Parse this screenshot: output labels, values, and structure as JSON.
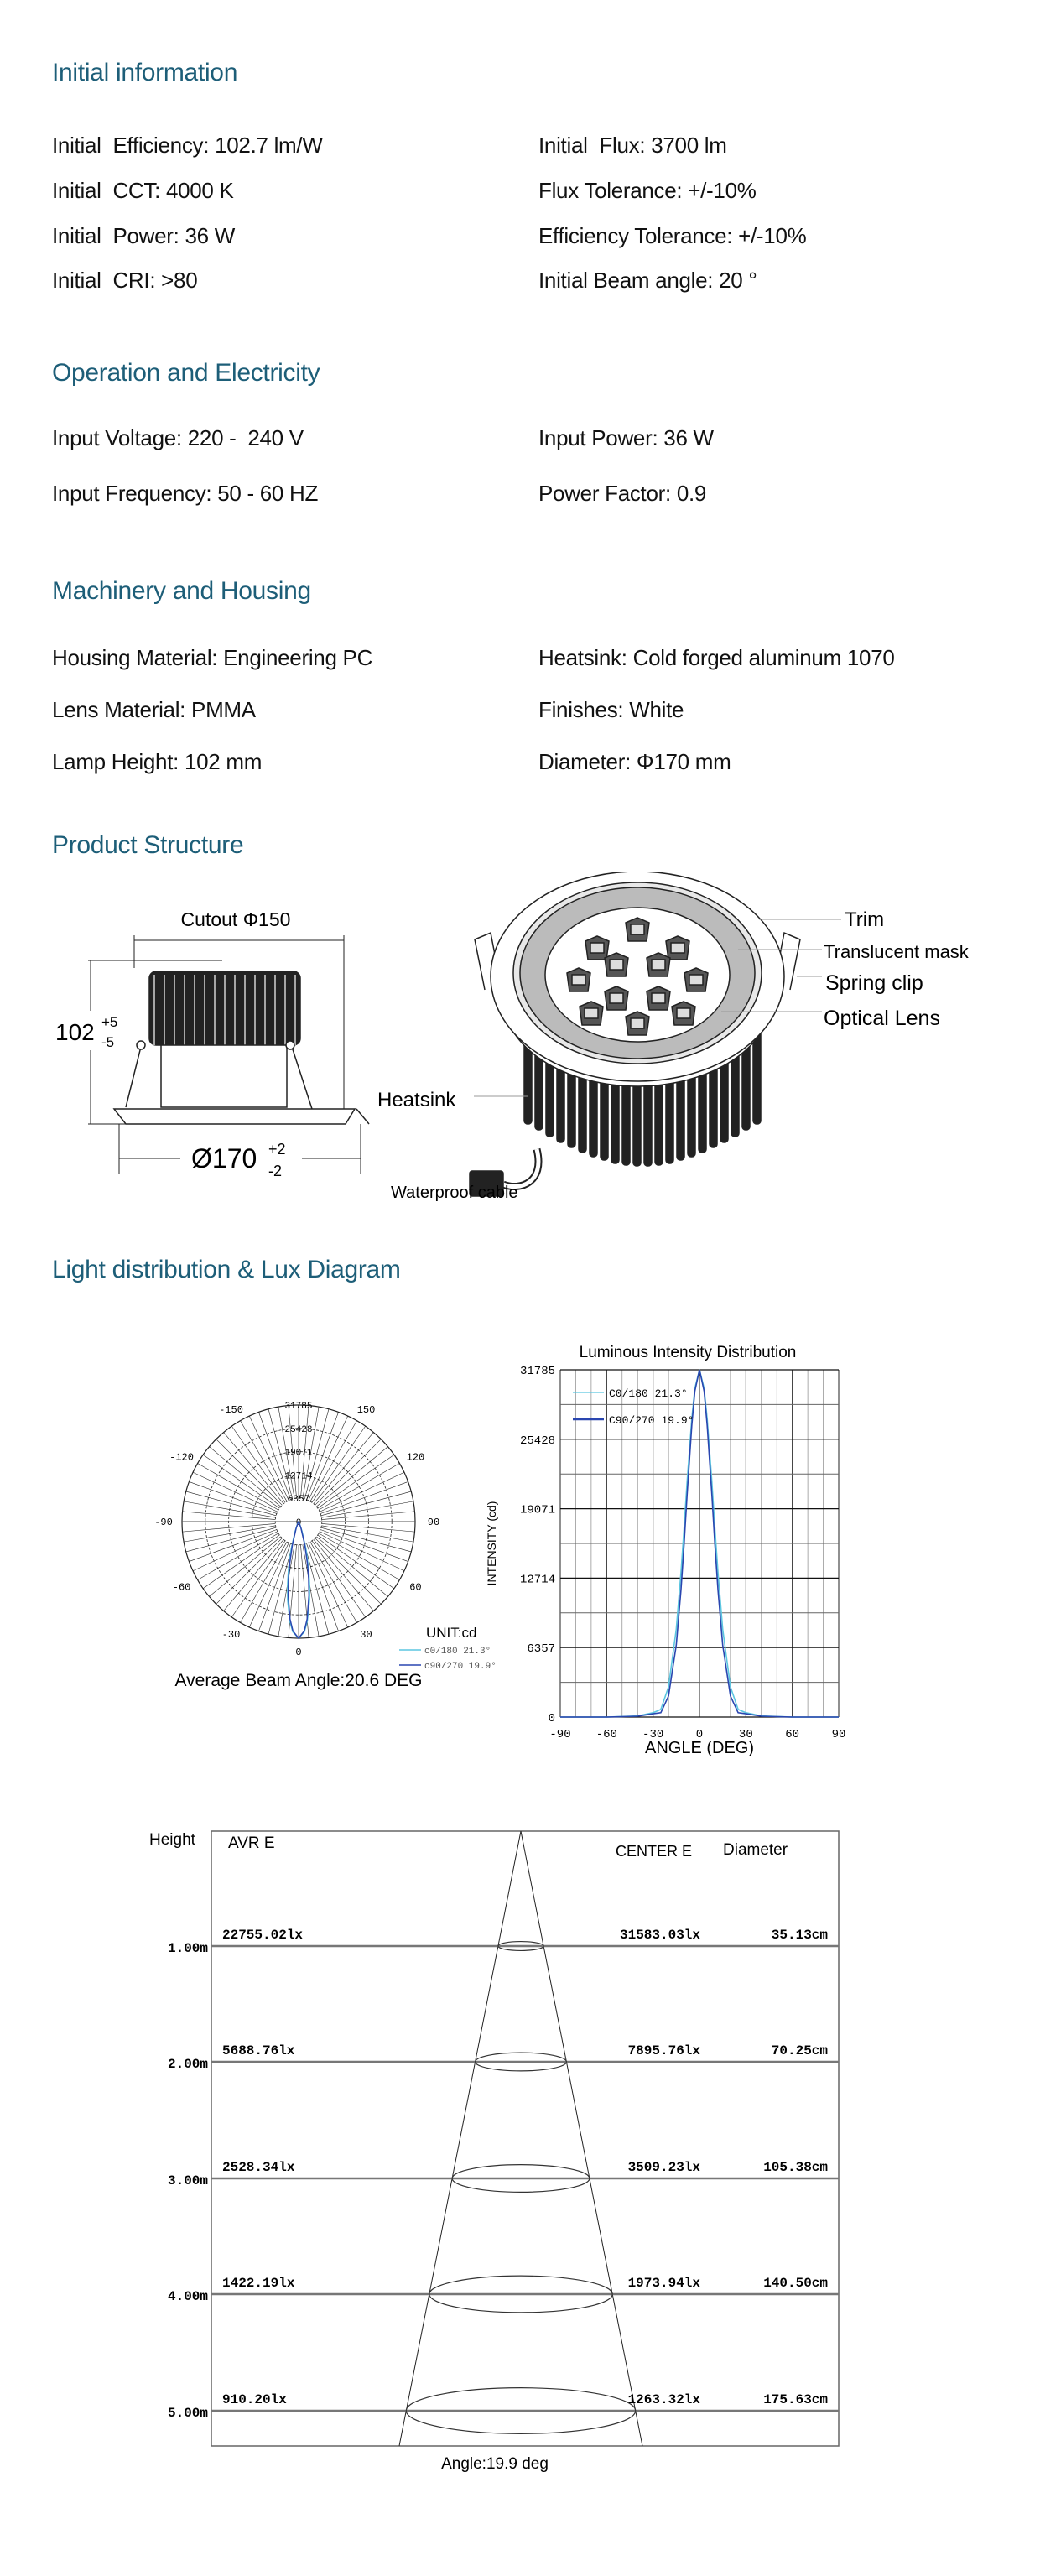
{
  "sections": {
    "initial": {
      "title": "Initial information",
      "left": [
        "Initial  Efficiency: 102.7 lm/W",
        "Initial  CCT: 4000 K",
        "Initial  Power: 36 W",
        "Initial  CRI: >80"
      ],
      "right": [
        "Initial  Flux: 3700 lm",
        "Flux Tolerance: +/-10%",
        "Efficiency Tolerance: +/-10%",
        "Initial Beam angle: 20 °"
      ]
    },
    "operation": {
      "title": "Operation and Electricity",
      "left": [
        "Input Voltage: 220 -  240 V",
        "Input Frequency: 50 - 60 HZ"
      ],
      "right": [
        "Input Power: 36 W",
        "Power Factor: 0.9"
      ]
    },
    "machinery": {
      "title": "Machinery and Housing",
      "left": [
        "Housing Material: Engineering PC",
        "Lens Material: PMMA",
        "Lamp Height: 102 mm"
      ],
      "right": [
        "Heatsink: Cold forged aluminum 1070",
        "Finishes: White",
        "Diameter: Φ170 mm"
      ]
    },
    "structure": {
      "title": "Product Structure",
      "cutout": "Cutout Φ150",
      "height_main": "102",
      "height_tol_plus": "+5",
      "height_tol_minus": "-5",
      "diameter_main": "Ø170",
      "diameter_tol_plus": "+2",
      "diameter_tol_minus": "-2",
      "labels": {
        "trim": "Trim",
        "mask": "Translucent mask",
        "clip": "Spring clip",
        "lens": "Optical Lens",
        "heatsink": "Heatsink",
        "cable": "Waterproof cable"
      }
    },
    "light": {
      "title": "Light distribution & Lux Diagram"
    }
  },
  "colors": {
    "heading": "#1d5e78",
    "c0": "#5cc6e0",
    "c90": "#2a46b0"
  },
  "chart_data": [
    {
      "type": "polar",
      "title": "",
      "caption": "Average Beam Angle:20.6 DEG",
      "unit": "UNIT:cd",
      "ring_labels": [
        "6357",
        "12714",
        "19071",
        "25428",
        "31785"
      ],
      "center_label": "0",
      "angle_labels": [
        {
          "angle": 0,
          "label": "0"
        },
        {
          "angle": 30,
          "label": "30"
        },
        {
          "angle": -30,
          "label": "-30"
        },
        {
          "angle": 60,
          "label": "60"
        },
        {
          "angle": -60,
          "label": "-60"
        },
        {
          "angle": 90,
          "label": "90"
        },
        {
          "angle": -90,
          "label": "-90"
        },
        {
          "angle": 120,
          "label": "120"
        },
        {
          "angle": -120,
          "label": "-120"
        },
        {
          "angle": 150,
          "label": "150"
        },
        {
          "angle": -150,
          "label": "-150"
        }
      ],
      "rmax": 31785,
      "legend": [
        "c0/180 21.3°",
        "c90/270 19.9°"
      ]
    },
    {
      "type": "line",
      "title": "Luminous Intensity Distribution",
      "xlabel": "ANGLE (DEG)",
      "ylabel": "INTENSITY (cd)",
      "xlim": [
        -90,
        90
      ],
      "ylim": [
        0,
        31785
      ],
      "xticks": [
        "-90",
        "-60",
        "-30",
        "0",
        "30",
        "60",
        "90"
      ],
      "yticks": [
        "0",
        "6357",
        "12714",
        "19071",
        "25428",
        "31785"
      ],
      "grid": true,
      "legend_position": "top-left",
      "x": [
        -90,
        -60,
        -40,
        -30,
        -25,
        -20,
        -15,
        -12,
        -10,
        -8,
        -5,
        -3,
        0,
        3,
        5,
        8,
        10,
        12,
        15,
        20,
        25,
        30,
        40,
        60,
        90
      ],
      "series": [
        {
          "name": "C0/180 21.3°",
          "values": [
            0,
            0,
            100,
            400,
            700,
            2770,
            8040,
            13190,
            17220,
            21490,
            27270,
            30100,
            31785,
            30100,
            27270,
            21490,
            17220,
            13190,
            8040,
            2770,
            700,
            400,
            100,
            0,
            0
          ]
        },
        {
          "name": "C90/270 19.9°",
          "values": [
            0,
            0,
            80,
            300,
            400,
            1930,
            6580,
            11600,
            15770,
            20310,
            26670,
            29840,
            31785,
            29840,
            26670,
            20310,
            15770,
            11600,
            6580,
            1930,
            400,
            300,
            80,
            0,
            0
          ]
        }
      ]
    },
    {
      "type": "table",
      "headers": {
        "height": "Height",
        "avr": "AVR E",
        "center": "CENTER E",
        "diameter": "Diameter"
      },
      "caption": "Angle:19.9 deg",
      "beam_angle_deg": 19.9,
      "rows": [
        {
          "height": "1.00m",
          "avr": "22755.02lx",
          "center": "31583.03lx",
          "diameter": "35.13cm"
        },
        {
          "height": "2.00m",
          "avr": "5688.76lx",
          "center": "7895.76lx",
          "diameter": "70.25cm"
        },
        {
          "height": "3.00m",
          "avr": "2528.34lx",
          "center": "3509.23lx",
          "diameter": "105.38cm"
        },
        {
          "height": "4.00m",
          "avr": "1422.19lx",
          "center": "1973.94lx",
          "diameter": "140.50cm"
        },
        {
          "height": "5.00m",
          "avr": "910.20lx",
          "center": "1263.32lx",
          "diameter": "175.63cm"
        }
      ]
    }
  ]
}
